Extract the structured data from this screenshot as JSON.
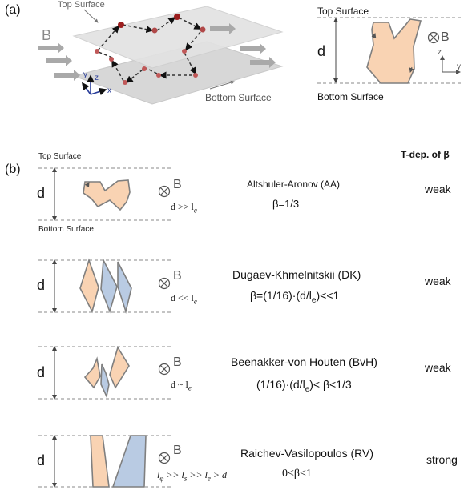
{
  "panel_a": {
    "label": "(a)",
    "top_surface": "Top Surface",
    "bottom_surface": "Bottom Surface",
    "field": "B",
    "axis_x": "x",
    "axis_y": "y",
    "axis_z": "z",
    "side_top_surface": "Top Surface",
    "side_bottom_surface": "Bottom Surface",
    "thickness": "d",
    "side_field": "B",
    "side_axis_z": "z",
    "side_axis_y": "y"
  },
  "panel_b": {
    "label": "(b)",
    "column_header": "T-dep. of β",
    "top_surface": "Top Surface",
    "bottom_surface": "Bottom Surface",
    "rows": [
      {
        "d": "d",
        "field": "B",
        "condition": "d >> l",
        "cond_sub": "e",
        "name": "Altshuler-Aronov (AA)",
        "formula": "β=1/3",
        "tdep": "weak"
      },
      {
        "d": "d",
        "field": "B",
        "condition": "d << l",
        "cond_sub": "e",
        "name": "Dugaev-Khmelnitskii (DK)",
        "formula": "β=(1/16)·(d/l",
        "formula_sub": "e",
        "formula_tail": ")<<1",
        "tdep": "weak"
      },
      {
        "d": "d",
        "field": "B",
        "condition": "d ~ l",
        "cond_sub": "e",
        "name": "Beenakker-von Houten (BvH)",
        "formula": "(1/16)·(d/l",
        "formula_sub": "e",
        "formula_tail": ")< β<1/3",
        "tdep": "weak"
      },
      {
        "d": "d",
        "field": "B",
        "condition": "l",
        "cond_sub": "φ",
        "cond2": " >> l",
        "cond2_sub": "s",
        "cond3": " >> l",
        "cond3_sub": "e",
        "cond4": " > d",
        "name": "Raichev-Vasilopoulos (RV)",
        "formula": "0<β<1",
        "tdep": "strong"
      }
    ]
  },
  "colors": {
    "orange_fill": "#f9d3b3",
    "blue_fill": "#b9cbe3",
    "outline": "#7f7f7f",
    "plane": "#d9d9d9",
    "dot": "#b03030"
  }
}
